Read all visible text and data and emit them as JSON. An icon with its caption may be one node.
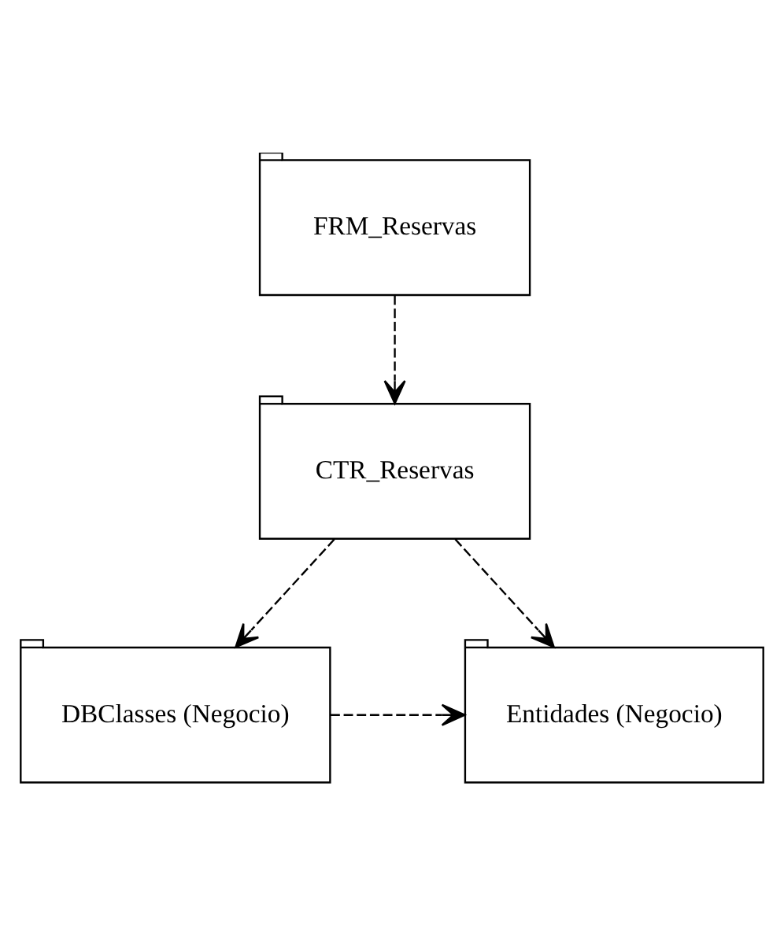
{
  "diagram": {
    "nodes": [
      {
        "text": [
          "FRM_Reservas"
        ]
      },
      {
        "text": [
          "CTR_Reservas"
        ]
      },
      {
        "text": [
          "DBClasses (Negocio)"
        ]
      },
      {
        "text": [
          "Entidades (Negocio)"
        ]
      }
    ],
    "edges": [
      {
        "from": 0,
        "to": 1,
        "arrow": "to",
        "style": "dashed"
      },
      {
        "from": 1,
        "to": 2,
        "arrow": "to",
        "style": "dashed"
      },
      {
        "from": 1,
        "to": 3,
        "arrow": "to",
        "style": "dashed"
      },
      {
        "from": 2,
        "to": 3,
        "arrow": "to",
        "style": "dashed"
      }
    ]
  }
}
